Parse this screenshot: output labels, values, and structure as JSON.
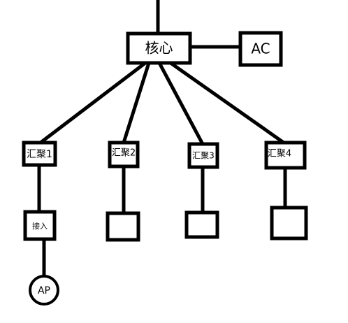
{
  "nodes": {
    "core": {
      "label": "核心"
    },
    "ac": {
      "label": "AC"
    },
    "agg1": {
      "label": "汇聚1"
    },
    "agg2": {
      "label": "汇聚2"
    },
    "agg3": {
      "label": "汇聚3"
    },
    "agg4": {
      "label": "汇聚4"
    },
    "access": {
      "label": "接入"
    },
    "ap": {
      "label": "AP"
    }
  },
  "colors": {
    "stroke": "#000000",
    "fill": "#ffffff"
  }
}
